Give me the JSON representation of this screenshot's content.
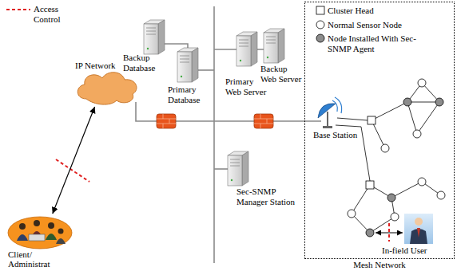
{
  "diagram": {
    "nodes": [
      {
        "text": [
          "Backup Database"
        ]
      },
      {
        "text": [
          "Primary Database"
        ]
      },
      {
        "text": [
          "Backup Web Server"
        ]
      },
      {
        "text": [
          "Primary Web Server"
        ]
      },
      {
        "text": [
          "IP Network"
        ]
      },
      {
        "text": [
          "Mesh Network"
        ]
      },
      {
        "text": [
          "Base Station"
        ],
        "in": 5
      },
      {
        "text": [
          "Sec-SNMP Manager Station"
        ]
      },
      {
        "text": [
          "Client/ Administrat"
        ]
      },
      {
        "text": [
          "In-field User"
        ],
        "in": 5
      }
    ],
    "edges": [
      {
        "from": 8,
        "to": 4,
        "arrow": "both"
      }
    ],
    "legend": [
      {
        "text": "Access Control"
      },
      {
        "text": "Cluster Head"
      },
      {
        "text": "Normal Sensor Node"
      },
      {
        "text": "Node Installed With Sec-SNMP Agent"
      }
    ]
  }
}
